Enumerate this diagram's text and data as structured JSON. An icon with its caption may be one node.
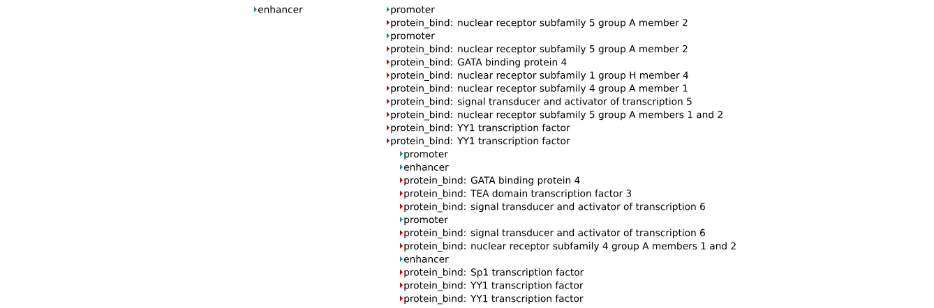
{
  "diagram": {
    "labels": [
      "enhancer",
      "promoter",
      "protein_bind: nuclear receptor subfamily 5 group A member 2",
      "promoter",
      "protein_bind: nuclear receptor subfamily 5 group A member 2",
      "protein_bind: GATA binding protein 4",
      "protein_bind: nuclear receptor subfamily 1 group H member 4",
      "protein_bind: nuclear receptor subfamily 4 group A member 1",
      "protein_bind: signal transducer and activator of transcription 5",
      "protein_bind: nuclear receptor subfamily 5 group A members 1 and 2",
      "protein_bind: YY1 transcription factor",
      "protein_bind: YY1 transcription factor",
      "promoter",
      "enhancer",
      "protein_bind: GATA binding protein 4",
      "protein_bind: TEA domain transcription factor 3",
      "protein_bind: signal transducer and activator of transcription 6",
      "promoter",
      "protein_bind: signal transducer and activator of transcription 6",
      "protein_bind: nuclear receptor subfamily 4 group A members 1 and 2",
      "enhancer",
      "protein_bind: Sp1 transcription factor",
      "protein_bind: YY1 transcription factor",
      "protein_bind: YY1 transcription factor"
    ]
  }
}
